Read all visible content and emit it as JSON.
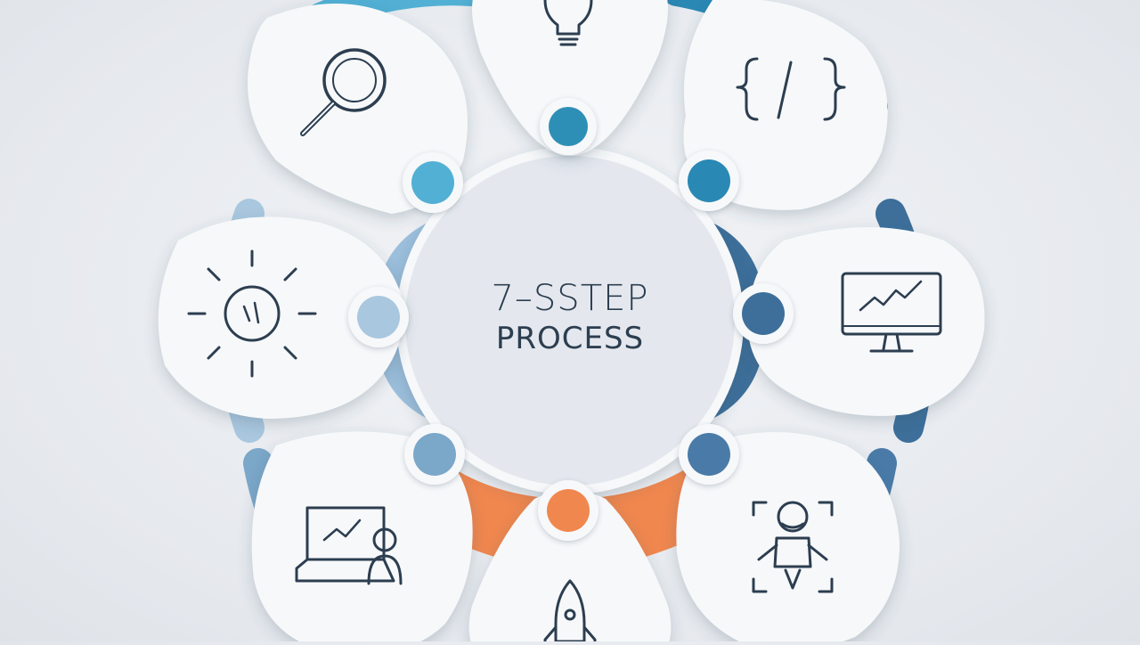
{
  "center": {
    "line1": "7–SSTEP",
    "line2": "PROCESS"
  },
  "colors": {
    "background": "#e8ebef",
    "hub": "#e4e8ee",
    "card": "#f7f8fa",
    "icon_stroke": "#2c3e50",
    "accent_teal": "#2e8fb6",
    "accent_light_blue": "#52b0d4",
    "accent_steel": "#7ba7c9",
    "accent_slate": "#3d6f9a",
    "accent_navy": "#4a7ba8",
    "accent_orange": "#f0874f"
  },
  "steps": [
    {
      "name": "step-top-lightbulb",
      "icon": "lightbulb-icon",
      "accent": "#2e8fb6"
    },
    {
      "name": "step-top-right-code",
      "icon": "code-icon",
      "accent": "#2a88b4"
    },
    {
      "name": "step-right-monitor",
      "icon": "monitor-chart-icon",
      "accent": "#3d6f9a"
    },
    {
      "name": "step-bottom-right-astronaut",
      "icon": "astronaut-icon",
      "accent": "#4a7ba8"
    },
    {
      "name": "step-bottom-rocket",
      "icon": "rocket-icon",
      "accent": "#f0874f"
    },
    {
      "name": "step-bottom-left-presentation",
      "icon": "presentation-icon",
      "accent": "#7ba7c9"
    },
    {
      "name": "step-left-sun",
      "icon": "sun-icon",
      "accent": "#a9c7df"
    },
    {
      "name": "step-top-left-search",
      "icon": "search-icon",
      "accent": "#52b0d4"
    }
  ]
}
